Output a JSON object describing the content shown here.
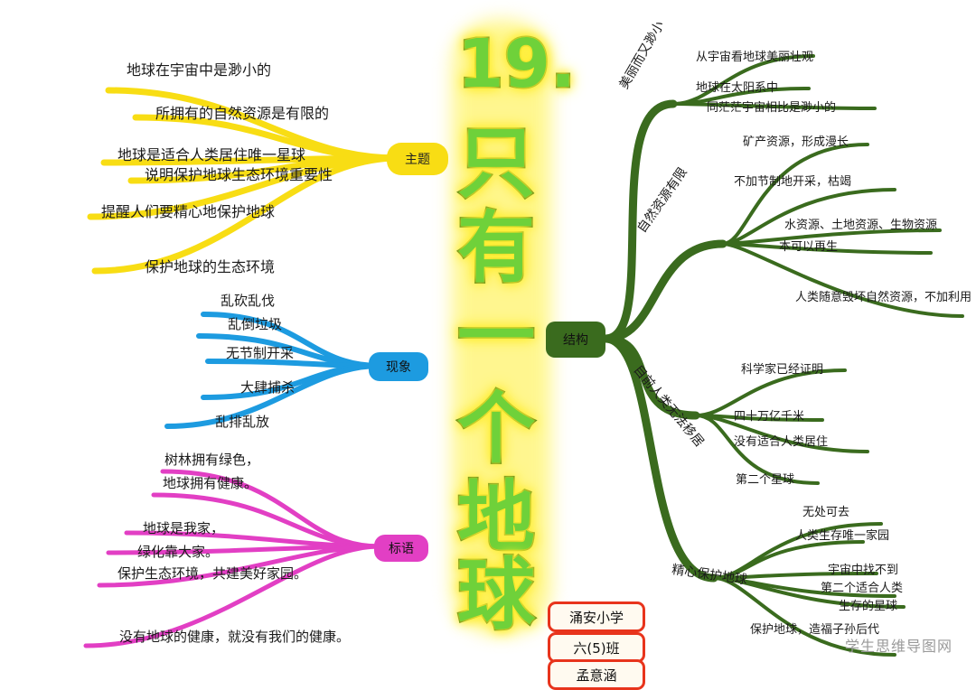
{
  "title": {
    "number": "19.",
    "chars": [
      "只",
      "有",
      "一",
      "个",
      "地",
      "球"
    ]
  },
  "colors": {
    "yellow": "#f8dd14",
    "blue": "#1d9be0",
    "pink": "#e23fc4",
    "green": "#3a6b1e",
    "stamp": "#e8341c",
    "title": "#6fd13a"
  },
  "theme": {
    "label": "主题",
    "items": [
      "地球在宇宙中是渺小的",
      "所拥有的自然资源是有限的",
      "地球是适合人类居住唯一星球",
      "说明保护地球生态环境重要性",
      "提醒人们要精心地保护地球",
      "保护地球的生态环境"
    ]
  },
  "phenomenon": {
    "label": "现象",
    "items": [
      "乱砍乱伐",
      "乱倒垃圾",
      "无节制开采",
      "大肆捕杀",
      "乱排乱放"
    ]
  },
  "slogan": {
    "label": "标语",
    "items": [
      "树林拥有绿色，",
      "地球拥有健康。",
      "地球是我家，",
      "绿化靠大家。",
      "保护生态环境，共建美好家园。",
      "没有地球的健康，就没有我们的健康。"
    ]
  },
  "structure": {
    "label": "结构",
    "groups": [
      {
        "label": "美丽而又渺小",
        "items": [
          "从宇宙看地球美丽壮观",
          "地球在太阳系中",
          "同茫茫宇宙相比是渺小的"
        ]
      },
      {
        "label": "自然资源有限",
        "items": [
          "矿产资源，形成漫长",
          "不加节制地开采，枯竭",
          "水资源、土地资源、生物资源",
          "本可以再生",
          "人类随意毁坏自然资源，不加利用"
        ]
      },
      {
        "label": "目前人类无法移居",
        "items": [
          "科学家已经证明",
          "四十万亿千米",
          "没有适合人类居住",
          "第二个星球"
        ]
      },
      {
        "label": "精心保护地球",
        "items": [
          "无处可去",
          "人类生存唯一家园",
          "宇宙中找不到",
          "第二个适合人类",
          "生存的星球",
          "保护地球，造福子孙后代"
        ]
      }
    ]
  },
  "stamp": [
    "涌安小学",
    "六(5)班",
    "孟意涵"
  ],
  "watermark": "学生思维导图网"
}
